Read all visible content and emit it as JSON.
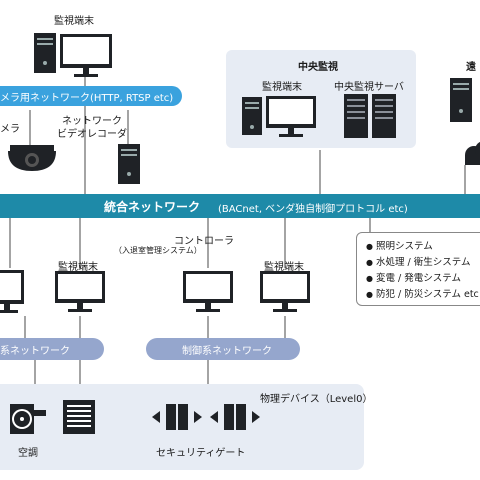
{
  "colors": {
    "network_band": "#1e8aa8",
    "camera_pill": "#3aa2de",
    "sub_pill": "#95a6cd",
    "panel_bg": "#e7ecf4",
    "device_dark": "#1f2226",
    "line": "#4a4a4a"
  },
  "top_left": {
    "monitor_label": "監視端末",
    "camera_network": "メラ用ネットワーク(HTTP, RTSP etc)",
    "camera_label": "カメラ",
    "nvr_label_line1": "ネットワーク",
    "nvr_label_line2": "ビデオレコーダ"
  },
  "central": {
    "title": "中央監視",
    "monitor_label": "監視端末",
    "server_label": "中央監視サーバ"
  },
  "remote": {
    "title": "遠"
  },
  "integrated_network": {
    "main": "統合ネットワーク",
    "sub": "(BACnet, ベンダ独自制御プロトコル etc)"
  },
  "systems_list": [
    "照明システム",
    "水処理 / 衛生システム",
    "変電 / 発電システム",
    "防犯 / 防災システム etc"
  ],
  "lower": {
    "monitor_left_label": "監視端末",
    "controller_label": "コントローラ",
    "controller_sub": "（入退室管理システム）",
    "monitor_right_label": "監視端末",
    "left_network": "系ネットワーク",
    "control_network": "制御系ネットワーク"
  },
  "physical": {
    "title": "物理デバイス（Level0）",
    "hvac_label": "空調",
    "gate_label": "セキュリティゲート"
  },
  "icons": [
    "monitor-icon",
    "server-icon",
    "camera-icon",
    "cloud-icon",
    "fan-icon",
    "vent-icon",
    "gate-icon",
    "bullet-icon"
  ]
}
